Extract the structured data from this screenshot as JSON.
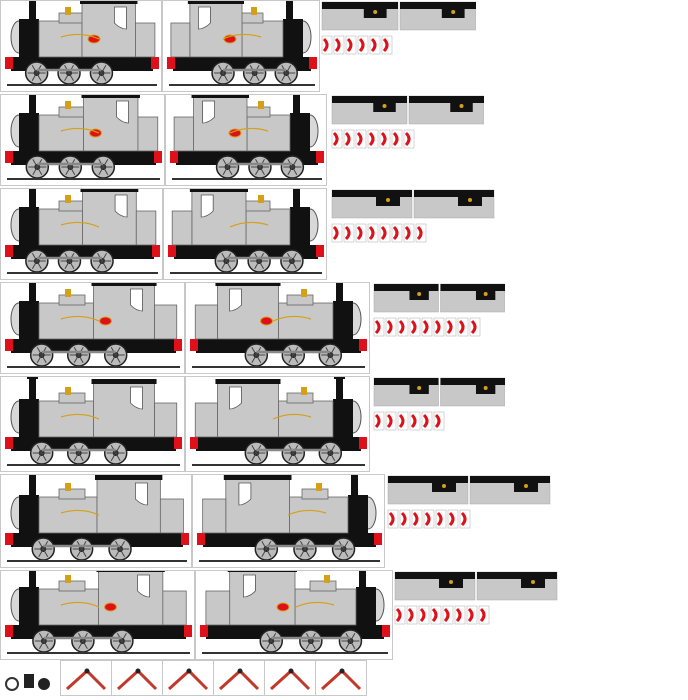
{
  "sheet": {
    "colors": {
      "body": "#c8c8c8",
      "black": "#111111",
      "red": "#e0101a",
      "gold": "#d4a017",
      "wood": "#d2b47c",
      "frame": "#c8c8c8"
    },
    "rows": [
      {
        "name": "variant-1",
        "left_tank": "boiler-right",
        "crest": true
      },
      {
        "name": "variant-2",
        "left_tank": "boiler-right",
        "crest": true
      },
      {
        "name": "variant-3",
        "left_tank": "boiler-right",
        "crest": false
      },
      {
        "name": "variant-4",
        "left_tank": "boiler-right",
        "crest": true
      },
      {
        "name": "variant-5",
        "left_tank": "boiler-right",
        "crest": false
      },
      {
        "name": "variant-6",
        "left_tank": "boiler-right",
        "crest": false
      },
      {
        "name": "variant-7",
        "left_tank": "boiler-right",
        "crest": true
      }
    ],
    "icons": [
      "locomotive-sprite",
      "buffer-beam-part",
      "coupling-part",
      "lever-part"
    ]
  }
}
